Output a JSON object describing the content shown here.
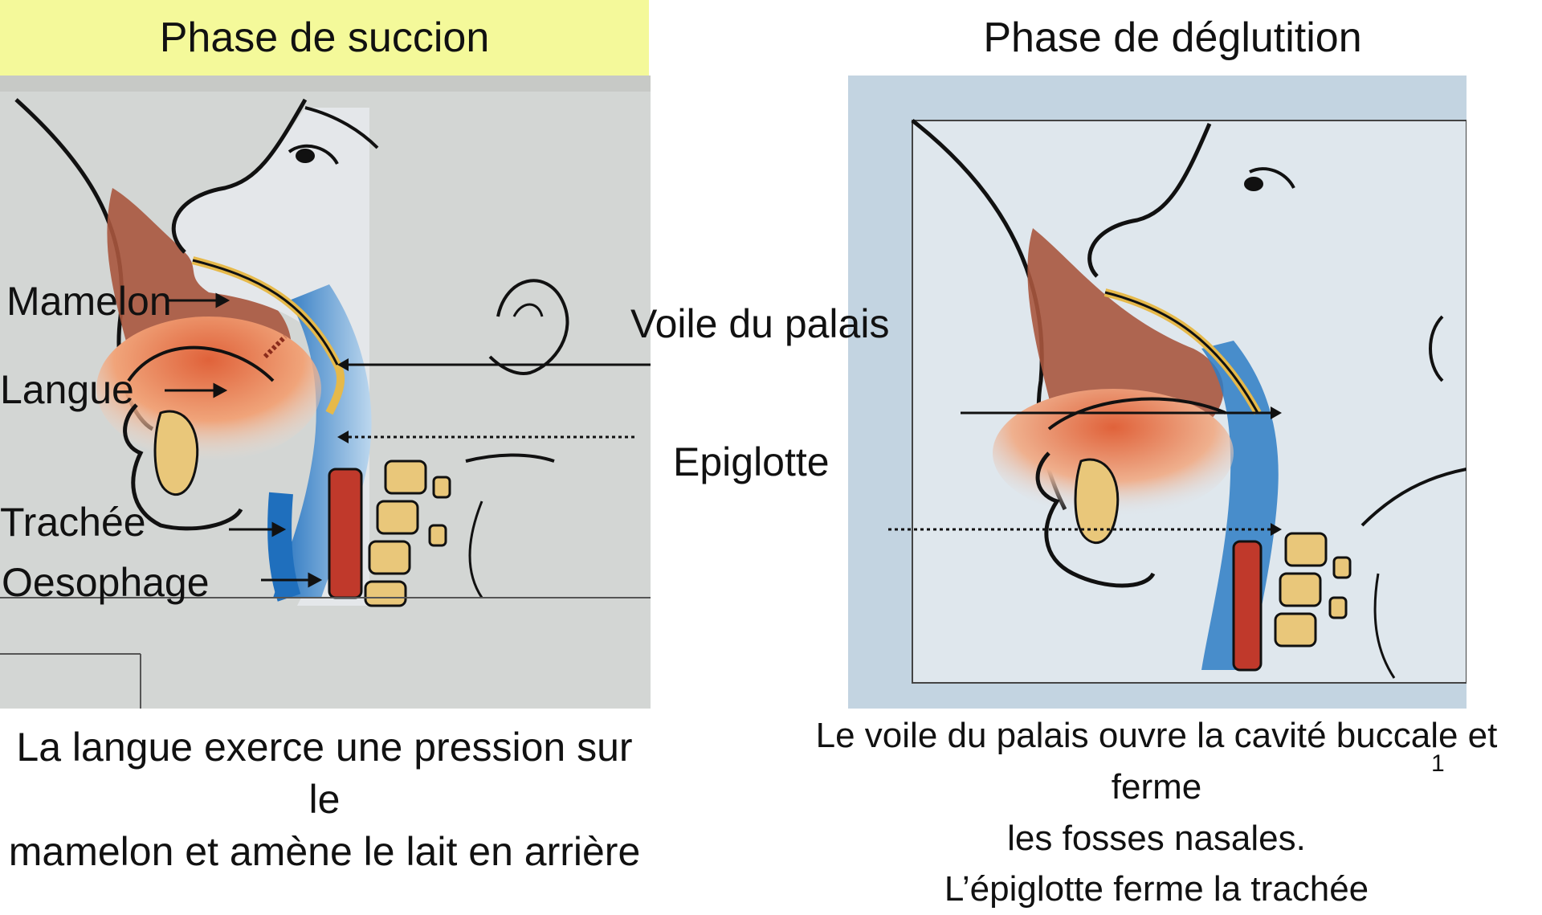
{
  "left": {
    "title": "Phase de succion",
    "labels": {
      "mamelon": "Mamelon",
      "langue": "Langue",
      "trachee": "Trachée",
      "oesophage": "Oesophage"
    },
    "caption_line1": "La langue exerce une pression sur le",
    "caption_line2": "mamelon et amène le lait en arrière"
  },
  "center_labels": {
    "voile": "Voile du palais",
    "epiglotte": "Epiglotte"
  },
  "right": {
    "title": "Phase de déglutition",
    "caption_line1": "Le voile du palais ouvre la cavité buccale et ferme",
    "caption_line2": "les fosses nasales.",
    "caption_line3": "L’épiglotte ferme la trachée"
  },
  "page_number": "1",
  "colors": {
    "title_highlight": "#f4f99a",
    "tongue": "#e0623a",
    "nipple": "#a9573e",
    "airway": "#2e7cc4",
    "bone": "#e9c77a"
  }
}
